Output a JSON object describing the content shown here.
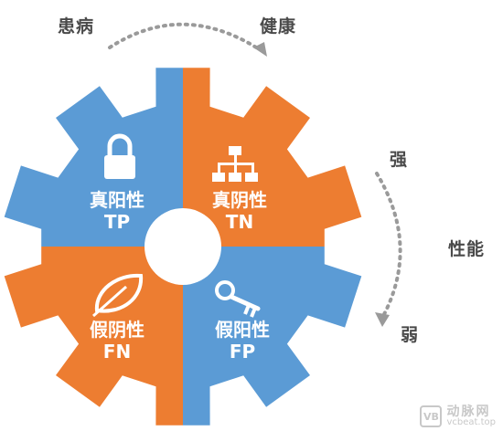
{
  "labels": {
    "sick": "患病",
    "healthy": "健康",
    "strong": "强",
    "performance": "性能",
    "weak": "弱"
  },
  "quadrants": {
    "tl": {
      "cn": "真阳性",
      "en": "TP",
      "color": "#5b9bd5",
      "icon": "lock-icon"
    },
    "tr": {
      "cn": "真阴性",
      "en": "TN",
      "color": "#ed7d31",
      "icon": "hierarchy-icon"
    },
    "bl": {
      "cn": "假阴性",
      "en": "FN",
      "color": "#ed7d31",
      "icon": "leaf-icon"
    },
    "br": {
      "cn": "假阳性",
      "en": "FP",
      "color": "#5b9bd5",
      "icon": "key-icon"
    }
  },
  "watermark": {
    "badge": "VB",
    "cn": "动脉网",
    "en": "vcbeat.top"
  }
}
